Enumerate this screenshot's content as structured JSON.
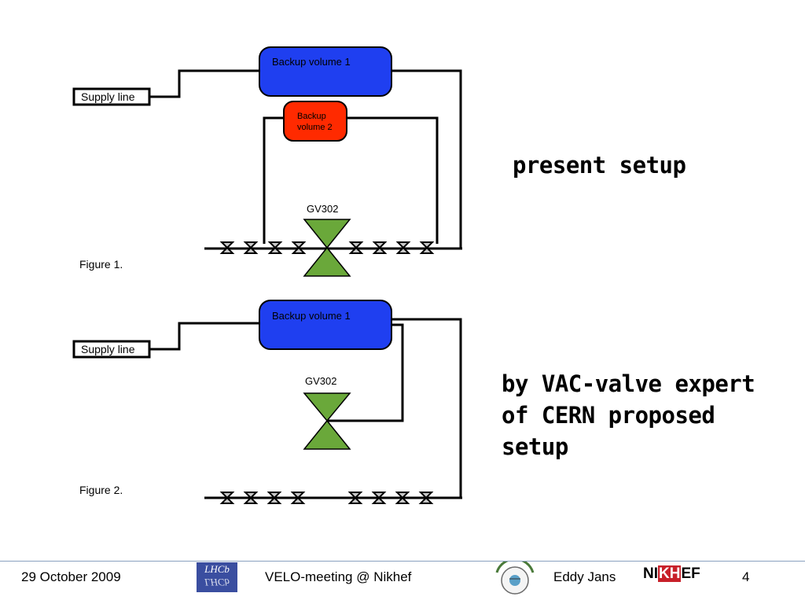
{
  "figure1": {
    "supply_label": "Supply line",
    "backup1_label": "Backup volume 1",
    "backup2_label_line1": "Backup",
    "backup2_label_line2": "volume 2",
    "valve_label": "GV302",
    "figure_label": "Figure 1."
  },
  "figure2": {
    "supply_label": "Supply line",
    "backup1_label": "Backup volume 1",
    "valve_label": "GV302",
    "figure_label": "Figure 2."
  },
  "captions": {
    "present": "present setup",
    "proposed_line1": "by VAC-valve expert",
    "proposed_line2": "of CERN proposed",
    "proposed_line3": "setup"
  },
  "footer": {
    "date": "29 October 2009",
    "meeting": "VELO-meeting @ Nikhef",
    "author": "Eddy Jans",
    "page": "4",
    "lhcb_logo_text": "LHCb",
    "nikhef_prefix": "NI",
    "nikhef_mid": "KH",
    "nikhef_suffix": "EF"
  },
  "colors": {
    "backup1": "#1f3ff0",
    "backup2": "#ff2a00",
    "valve": "#6aa83a",
    "line": "#000000"
  }
}
